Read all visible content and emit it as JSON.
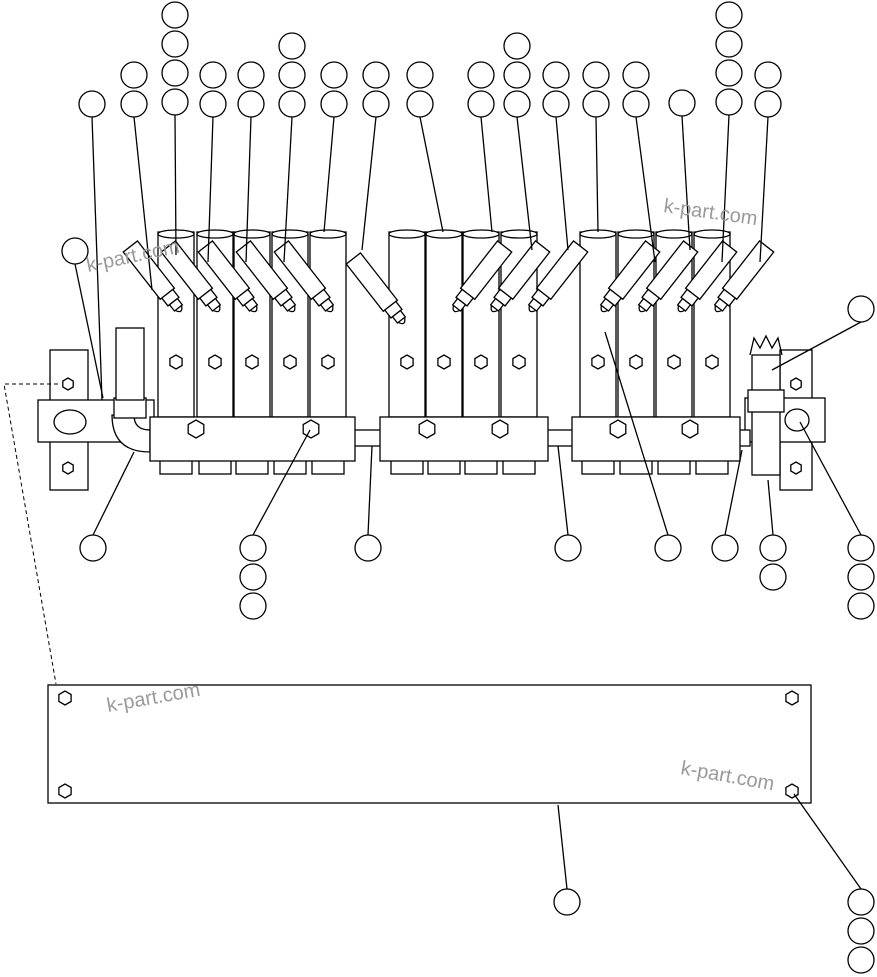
{
  "watermarks": [
    {
      "text": "k-part.com",
      "angle": -12
    },
    {
      "text": "k-part.com",
      "angle": 8
    },
    {
      "text": "k-part.com",
      "angle": -10
    },
    {
      "text": "k-part.com",
      "angle": 10
    }
  ],
  "callouts": [
    {
      "id": "c1",
      "count": 1
    },
    {
      "id": "c2",
      "count": 2
    },
    {
      "id": "c3",
      "count": 4
    },
    {
      "id": "c4",
      "count": 2
    },
    {
      "id": "c5",
      "count": 2
    },
    {
      "id": "c6",
      "count": 3
    },
    {
      "id": "c7",
      "count": 2
    },
    {
      "id": "c8",
      "count": 2
    },
    {
      "id": "c9",
      "count": 2
    },
    {
      "id": "c10",
      "count": 2
    },
    {
      "id": "c11",
      "count": 3
    },
    {
      "id": "c12",
      "count": 2
    },
    {
      "id": "c13",
      "count": 2
    },
    {
      "id": "c14",
      "count": 2
    },
    {
      "id": "c15",
      "count": 1
    },
    {
      "id": "c16",
      "count": 4
    },
    {
      "id": "c17",
      "count": 2
    },
    {
      "id": "c18",
      "count": 1
    },
    {
      "id": "c19",
      "count": 1
    },
    {
      "id": "c20",
      "count": 1
    },
    {
      "id": "c21",
      "count": 3
    },
    {
      "id": "c22",
      "count": 1
    },
    {
      "id": "c23",
      "count": 1
    },
    {
      "id": "c24",
      "count": 1
    },
    {
      "id": "c25",
      "count": 1
    },
    {
      "id": "c26",
      "count": 2
    },
    {
      "id": "c27",
      "count": 3
    },
    {
      "id": "c28",
      "count": 1
    },
    {
      "id": "c29",
      "count": 3
    }
  ]
}
